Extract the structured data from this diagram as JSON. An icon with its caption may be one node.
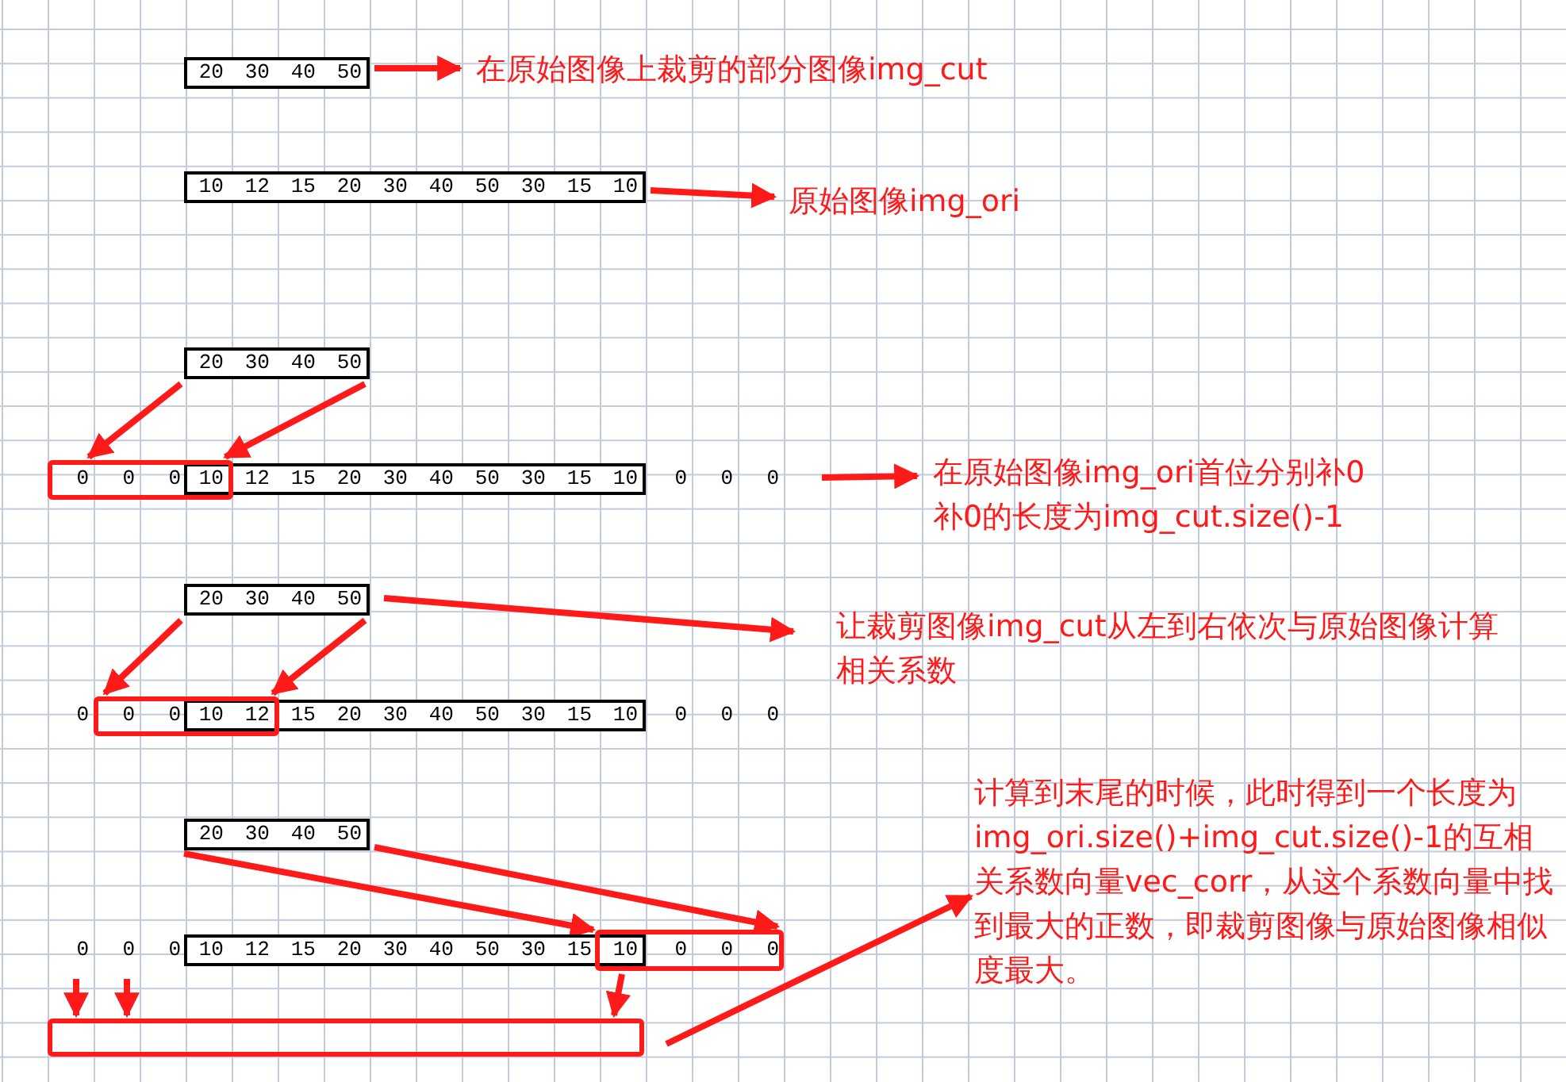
{
  "diagram": {
    "nodes": [
      {
        "text": [
          "20 30 40 50"
        ]
      },
      {
        "text": [
          "在原始图像上裁剪的部分图像img_cut"
        ]
      },
      {
        "text": [
          "10 12 15 20 30 40 50 30 15 10"
        ]
      },
      {
        "text": [
          "原始图像img_ori"
        ]
      },
      {
        "text": [
          "20 30 40 50"
        ]
      },
      {
        "text": [],
        "shape": "box"
      },
      {
        "text": [
          "10 12 15 20 30 40 50 30 15 10"
        ]
      },
      {
        "text": [
          "在原始图像img_ori首位分别补0",
          "补0的长度为img_cut.size()-1"
        ]
      },
      {
        "text": [
          "20 30 40 50"
        ]
      },
      {
        "text": [],
        "shape": "box"
      },
      {
        "text": [
          "10 12 15 20 30 40 50 30 15 10"
        ]
      },
      {
        "text": [
          "让裁剪图像img_cut从左到右依次与原始图像计算相关系数"
        ]
      },
      {
        "text": [
          "20 30 40 50"
        ]
      },
      {
        "text": [
          "10 12 15 20 30 40 50 30 15 10"
        ]
      },
      {
        "text": [],
        "shape": "box"
      },
      {
        "text": [],
        "shape": "box"
      },
      {
        "text": [
          "计算到末尾的时候，此时得到一个长度为img_ori.size()+img_cut.size()-1的互相关系数向量vec_corr，从这个系数向量中找到最大的正数，即裁剪图像与原始图像相似度最大。"
        ]
      }
    ],
    "edges": [
      {
        "from": 0,
        "to": 1,
        "arrow": "to"
      },
      {
        "from": 2,
        "to": 3,
        "arrow": "to"
      },
      {
        "from": 4,
        "to": 5,
        "arrow": "to"
      },
      {
        "from": 4,
        "to": 5,
        "arrow": "to"
      },
      {
        "from": null,
        "to": 7,
        "arrow": "to"
      },
      {
        "from": 8,
        "to": 9,
        "arrow": "to"
      },
      {
        "from": 8,
        "to": 9,
        "arrow": "to"
      },
      {
        "from": 8,
        "to": 11,
        "arrow": "to"
      },
      {
        "from": 12,
        "to": 14,
        "arrow": "to"
      },
      {
        "from": 12,
        "to": 14,
        "arrow": "to"
      },
      {
        "from": null,
        "to": 15,
        "arrow": "to"
      },
      {
        "from": null,
        "to": 15,
        "arrow": "to"
      },
      {
        "from": 14,
        "to": 15,
        "arrow": "to"
      },
      {
        "from": 15,
        "to": 16,
        "arrow": "to"
      }
    ],
    "labels": [
      "0",
      "0",
      "0",
      "0",
      "0",
      "0",
      "0",
      "0",
      "0",
      "0",
      "0",
      "0",
      "0",
      "0",
      "0",
      "0",
      "0",
      "0"
    ]
  }
}
